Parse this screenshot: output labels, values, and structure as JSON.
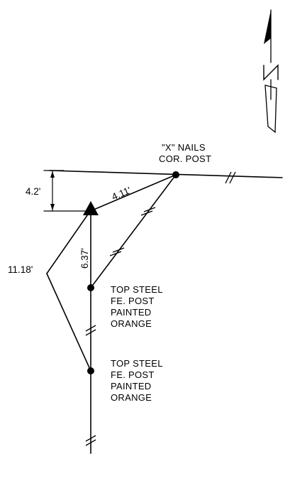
{
  "diagram": {
    "north_arrow": {
      "icon": "north-arrow-icon",
      "letter": "N"
    },
    "labels": {
      "corner_line1": "\"X\" NAILS",
      "corner_line2": "COR. POST",
      "post_upper_line1": "TOP STEEL",
      "post_upper_line2": "FE. POST",
      "post_upper_line3": "PAINTED",
      "post_upper_line4": "ORANGE",
      "post_lower_line1": "TOP STEEL",
      "post_lower_line2": "FE. POST",
      "post_lower_line3": "PAINTED",
      "post_lower_line4": "ORANGE"
    },
    "dimensions": {
      "offset_vertical": "4.2'",
      "tie_to_corner": "4.11'",
      "tie_to_lower_post": "11.18'",
      "tie_to_upper_post": "6.37'"
    },
    "colors": {
      "ink": "#000000",
      "paper": "#ffffff"
    }
  }
}
